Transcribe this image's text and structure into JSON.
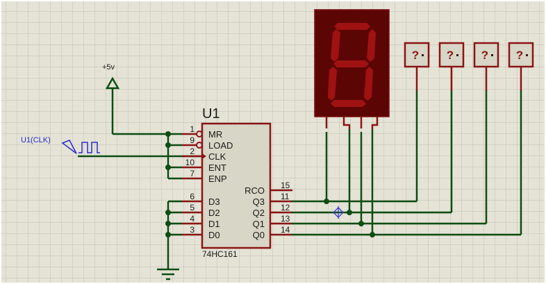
{
  "colors": {
    "background": "#e4e3d6",
    "grid": "#c6c5b8",
    "wire": "#0d4d12",
    "component_outline": "#8b1414",
    "component_fill": "#d8d6c6",
    "display_body": "#5c0505",
    "segment_on": "#a81414",
    "generator": "#2a2ad0"
  },
  "power": {
    "label": "+5v"
  },
  "generator": {
    "label": "U1(CLK)"
  },
  "ic": {
    "refdes": "U1",
    "part": "74HC161",
    "left_pins": [
      {
        "num": "1",
        "name": "MR",
        "inverted": true
      },
      {
        "num": "9",
        "name": "LOAD",
        "inverted": true
      },
      {
        "num": "2",
        "name": "CLK",
        "clock": true
      },
      {
        "num": "10",
        "name": "ENT"
      },
      {
        "num": "7",
        "name": "ENP"
      },
      {
        "num": "6",
        "name": "D3"
      },
      {
        "num": "5",
        "name": "D2"
      },
      {
        "num": "4",
        "name": "D1"
      },
      {
        "num": "3",
        "name": "D0"
      }
    ],
    "right_pins": [
      {
        "num": "15",
        "name": "RCO"
      },
      {
        "num": "11",
        "name": "Q3"
      },
      {
        "num": "12",
        "name": "Q2"
      },
      {
        "num": "13",
        "name": "Q1"
      },
      {
        "num": "14",
        "name": "Q0"
      }
    ]
  },
  "display": {
    "type": "7-segment BCD",
    "digit_shown": "8-outline (all segments dim)"
  },
  "probes": [
    {
      "name": "probe-q3",
      "state": "?"
    },
    {
      "name": "probe-q2",
      "state": "?"
    },
    {
      "name": "probe-q1",
      "state": "?"
    },
    {
      "name": "probe-q0",
      "state": "?"
    }
  ]
}
